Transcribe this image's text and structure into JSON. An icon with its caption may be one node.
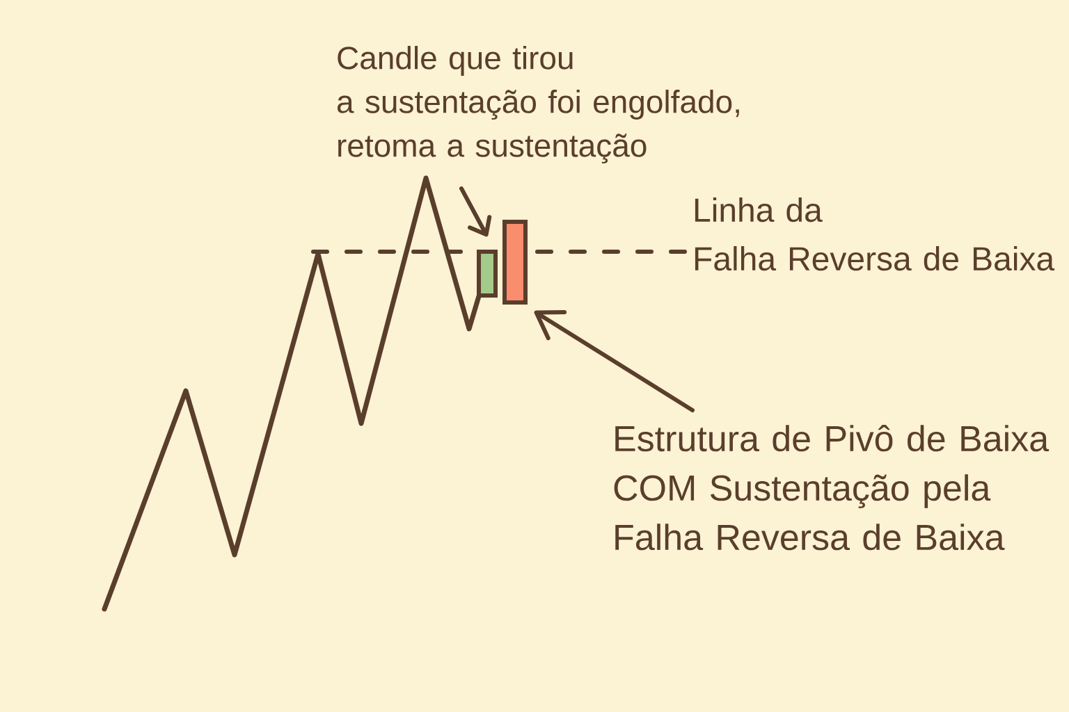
{
  "diagram": {
    "nodes": [
      {
        "text": [
          "Candle que tirou a sustentação foi engolfado, retoma a sustentação"
        ]
      },
      {
        "text": [],
        "shape": "box"
      },
      {
        "text": [],
        "shape": "box"
      },
      {
        "text": [
          "Estrutura de Pivô de Baixa COM Sustentação pela Falha Reversa de Baixa"
        ]
      }
    ],
    "edges": [
      {
        "from": 0,
        "to": 1,
        "arrow": "to"
      },
      {
        "from": 3,
        "to": 2,
        "arrow": "to"
      }
    ],
    "labels": [
      "Linha da Falha Reversa de Baixa"
    ]
  }
}
